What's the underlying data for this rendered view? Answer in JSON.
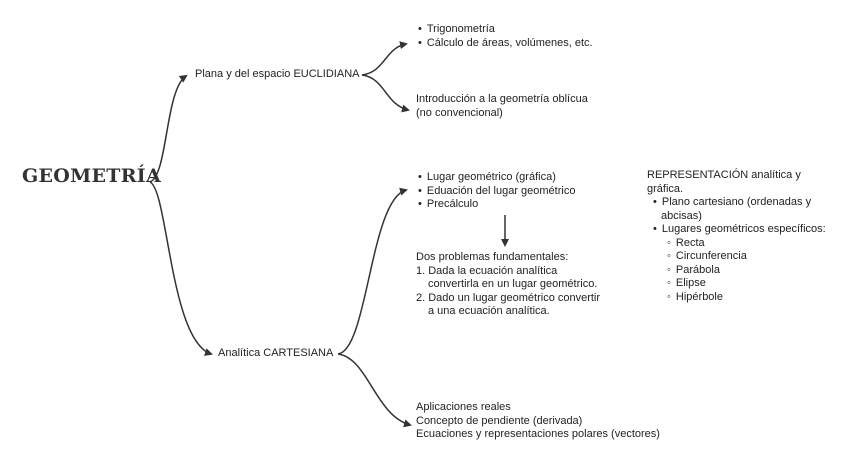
{
  "root": "GEOMETRÍA",
  "euclidiana": {
    "label": "Plana y del espacio EUCLIDIANA",
    "topics": [
      "Trigonometría",
      "Cálculo de áreas, volúmenes, etc."
    ],
    "oblicua": [
      "Introducción a la geometría oblícua",
      "(no convencional)"
    ]
  },
  "cartesiana": {
    "label": "Analítica CARTESIANA",
    "topics": [
      "Lugar geométrico (gráfica)",
      "Eduación del lugar geométrico",
      "Precálculo"
    ],
    "problemas": {
      "heading": "Dos problemas fundamentales:",
      "items": [
        "1. Dada la ecuación analítica convertirla en un lugar geométrico.",
        "2. Dado un lugar geométrico convertir a una ecuación analítica."
      ]
    },
    "representacion": {
      "heading": "REPRESENTACIÓN analítica y gráfica.",
      "items": [
        "Plano cartesiano (ordenadas y abcisas)",
        "Lugares geométricos específicos:"
      ],
      "subitems": [
        "Recta",
        "Circunferencia",
        "Parábola",
        "Elipse",
        "Hipérbole"
      ]
    },
    "aplicaciones": [
      "Aplicaciones reales",
      "Concepto de pendiente (derivada)",
      "Ecuaciones y representaciones polares (vectores)"
    ]
  }
}
